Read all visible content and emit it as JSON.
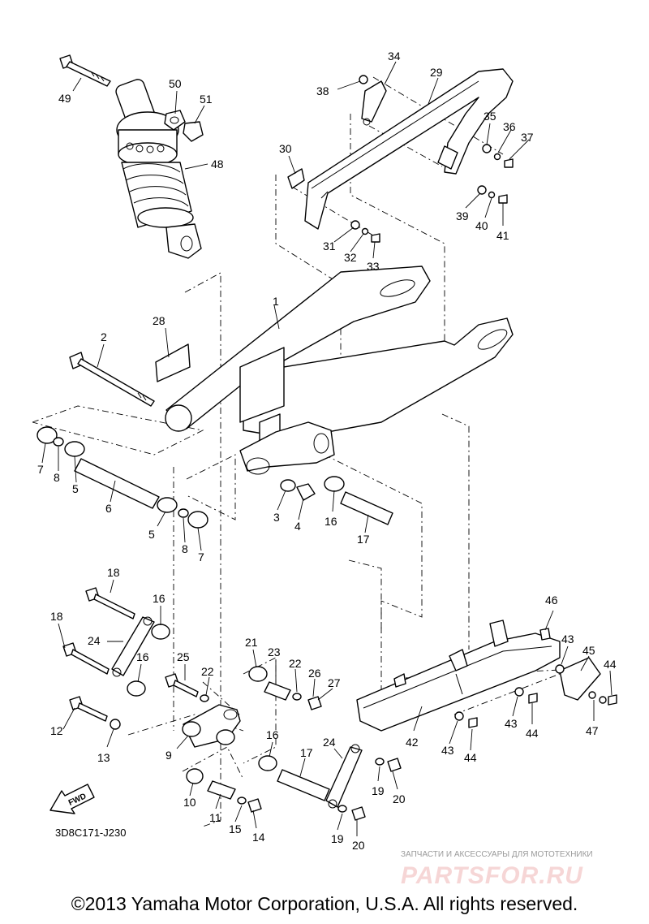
{
  "diagram": {
    "code": "3D8C171-J230",
    "fwd_label": "FWD",
    "callouts": {
      "c1": "1",
      "c2": "2",
      "c3": "3",
      "c4": "4",
      "c5a": "5",
      "c5b": "5",
      "c6": "6",
      "c7a": "7",
      "c7b": "7",
      "c8a": "8",
      "c8b": "8",
      "c9": "9",
      "c10": "10",
      "c11": "11",
      "c12": "12",
      "c13": "13",
      "c14": "14",
      "c15": "15",
      "c16a": "16",
      "c16b": "16",
      "c16c": "16",
      "c16d": "16",
      "c17a": "17",
      "c17b": "17",
      "c18a": "18",
      "c18b": "18",
      "c19a": "19",
      "c19b": "19",
      "c20a": "20",
      "c20b": "20",
      "c21": "21",
      "c22a": "22",
      "c22b": "22",
      "c23": "23",
      "c24a": "24",
      "c24b": "24",
      "c25": "25",
      "c26": "26",
      "c27": "27",
      "c28": "28",
      "c29": "29",
      "c30": "30",
      "c31": "31",
      "c32": "32",
      "c33": "33",
      "c34": "34",
      "c35": "35",
      "c36": "36",
      "c37": "37",
      "c38": "38",
      "c39": "39",
      "c40": "40",
      "c41": "41",
      "c42": "42",
      "c43a": "43",
      "c43b": "43",
      "c43c": "43",
      "c44a": "44",
      "c44b": "44",
      "c44c": "44",
      "c45": "45",
      "c46": "46",
      "c47": "47",
      "c48": "48",
      "c49": "49",
      "c50": "50",
      "c51": "51"
    }
  },
  "watermark": {
    "tagline": "ЗАПЧАСТИ И АКСЕССУАРЫ ДЛЯ МОТОТЕХНИКИ",
    "logo": "PARTSFOR.RU"
  },
  "footer": {
    "copyright": "©2013 Yamaha Motor Corporation, U.S.A. All rights reserved."
  }
}
